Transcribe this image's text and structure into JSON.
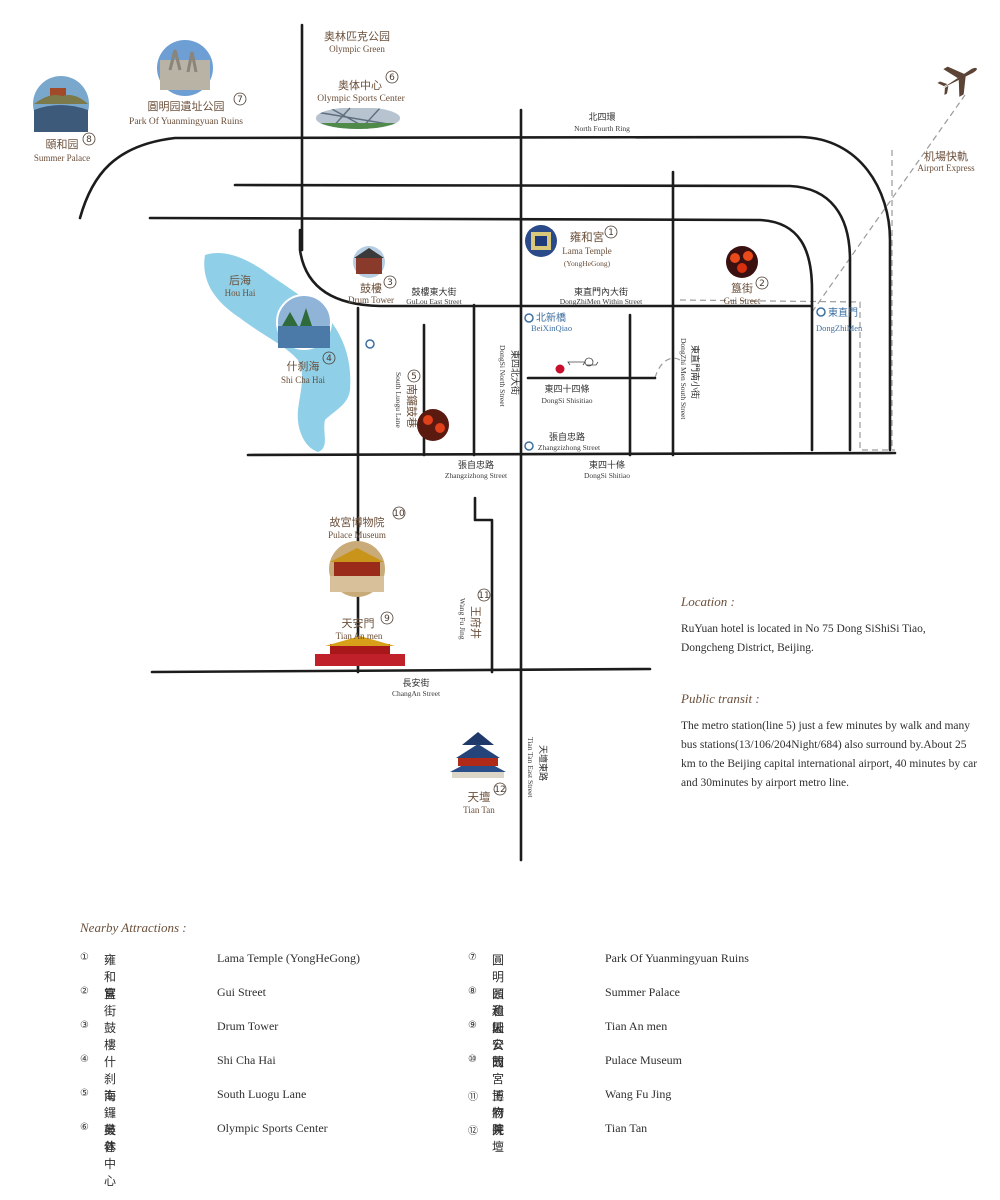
{
  "map": {
    "roads": {
      "north_fourth_ring_cn": "北四環",
      "north_fourth_ring_en": "North Fourth Ring",
      "gulou_east_cn": "鼓樓東大街",
      "gulou_east_en": "GuLou East Street",
      "dongzhimen_within_cn": "東直門內大街",
      "dongzhimen_within_en": "DongZhiMen Within Street",
      "dongsi_north_cn": "東四北大街",
      "dongsi_north_en": "DongSi North Street",
      "dongzhimen_south_cn": "東直門南小街",
      "dongzhimen_south_en": "DongZhi Men South Street",
      "south_luogu_cn": "南鑼鼓巷",
      "south_luogu_en": "South Luogu Lane",
      "dongsi_shisitiao_cn": "東四十四條",
      "dongsi_shisitiao_en": "DongSi Shisitiao",
      "zhangzizhong_cn": "張自忠路",
      "zhangzizhong_en": "Zhangzizhong Street",
      "zhangzizhong_lower_cn": "張自忠路",
      "zhangzizhong_lower_en": "Zhangzizhong Street",
      "dongsi_shitiao_cn": "東四十條",
      "dongsi_shitiao_en": "DongSi Shitiao",
      "wangfujing_cn": "王府井",
      "wangfujing_en": "Wang Fu Jing",
      "changan_cn": "長安街",
      "changan_en": "ChangAn Street",
      "tiantan_east_cn": "天壇東路",
      "tiantan_east_en": "Tian Tan East Street",
      "airport_express_cn": "机場快軌",
      "airport_express_en": "Airport Express"
    },
    "metro": {
      "beixinqiao_cn": "北新橋",
      "beixinqiao_en": "BeiXinQiao",
      "zhangzizhong_cn": "張自忠路",
      "zhangzizhong_en": "Zhangzizhong Street",
      "dongzhimen_cn": "東直門",
      "dongzhimen_en": "DongZhiMen"
    },
    "places": {
      "olympic_green_cn": "奥林匹克公园",
      "olympic_green_en": "Olympic Green",
      "olympic_sports_cn": "奥体中心",
      "olympic_sports_en": "Olympic Sports Center",
      "olympic_sports_num": "6",
      "yuanmingyuan_cn": "圓明园遺址公园",
      "yuanmingyuan_en": "Park Of Yuanmingyuan Ruins",
      "yuanmingyuan_num": "7",
      "summer_palace_cn": "頤和园",
      "summer_palace_en": "Summer Palace",
      "summer_palace_num": "8",
      "houhai_cn": "后海",
      "houhai_en": "Hou Hai",
      "shichahai_cn": "什刹海",
      "shichahai_en": "Shi Cha Hai",
      "shichahai_num": "4",
      "drum_tower_cn": "鼓樓",
      "drum_tower_en": "Drum Tower",
      "drum_tower_num": "3",
      "lama_temple_cn": "雍和宮",
      "lama_temple_en": "Lama Temple",
      "lama_temple_sub": "(YongHeGong)",
      "lama_temple_num": "1",
      "gui_street_cn": "簋街",
      "gui_street_en": "Gui Street",
      "gui_street_num": "2",
      "south_luogu_num": "5",
      "palace_museum_cn": "故宮博物院",
      "palace_museum_en": "Pulace Museum",
      "palace_museum_num": "10",
      "tiananmen_cn": "天安門",
      "tiananmen_en": "Tian An men",
      "tiananmen_num": "9",
      "wangfujing_num": "11",
      "tiantan_cn": "天壇",
      "tiantan_en": "Tian Tan",
      "tiantan_num": "12"
    }
  },
  "location": {
    "title": "Location :",
    "text": "RuYuan hotel is located in No 75 Dong SiShiSi Tiao, Dongcheng District, Beijing."
  },
  "transit": {
    "title": "Public transit :",
    "text": "The metro station(line 5) just a few minutes by walk and many bus stations(13/106/204Night/684) also surround by.About 25 km to the Beijing capital international airport, 40 minutes by car and 30minutes by airport metro line."
  },
  "attractions": {
    "title": "Nearby Attractions :",
    "items": [
      {
        "num": "①",
        "cn": "雍和宮",
        "en": "Lama Temple (YongHeGong)"
      },
      {
        "num": "②",
        "cn": "簋街",
        "en": "Gui Street"
      },
      {
        "num": "③",
        "cn": "鼓樓",
        "en": "Drum Tower"
      },
      {
        "num": "④",
        "cn": "什刹海",
        "en": "Shi Cha Hai"
      },
      {
        "num": "⑤",
        "cn": "南鑼鼓巷",
        "en": "South Luogu Lane"
      },
      {
        "num": "⑥",
        "cn": "奥体中心",
        "en": "Olympic Sports Center"
      },
      {
        "num": "⑦",
        "cn": "圓明园遺址公园",
        "en": "Park Of Yuanmingyuan Ruins"
      },
      {
        "num": "⑧",
        "cn": "頤和园",
        "en": "Summer Palace"
      },
      {
        "num": "⑨",
        "cn": "天安門",
        "en": "Tian An men"
      },
      {
        "num": "⑩",
        "cn": "故宮博物院",
        "en": "Pulace Museum"
      },
      {
        "num": "⑪",
        "cn": "王府井",
        "en": "Wang Fu Jing"
      },
      {
        "num": "⑫",
        "cn": "天壇",
        "en": "Tian Tan"
      }
    ]
  },
  "colors": {
    "water": "#8fd0e8",
    "road": "#1c1c1c",
    "label": "#6b4f3a",
    "metro": "#3d6fa0",
    "hotel": "#c8102e"
  },
  "icons": {
    "airplane": "airplane-icon",
    "metro": "metro-icon",
    "hotel": "hotel-marker-icon"
  }
}
